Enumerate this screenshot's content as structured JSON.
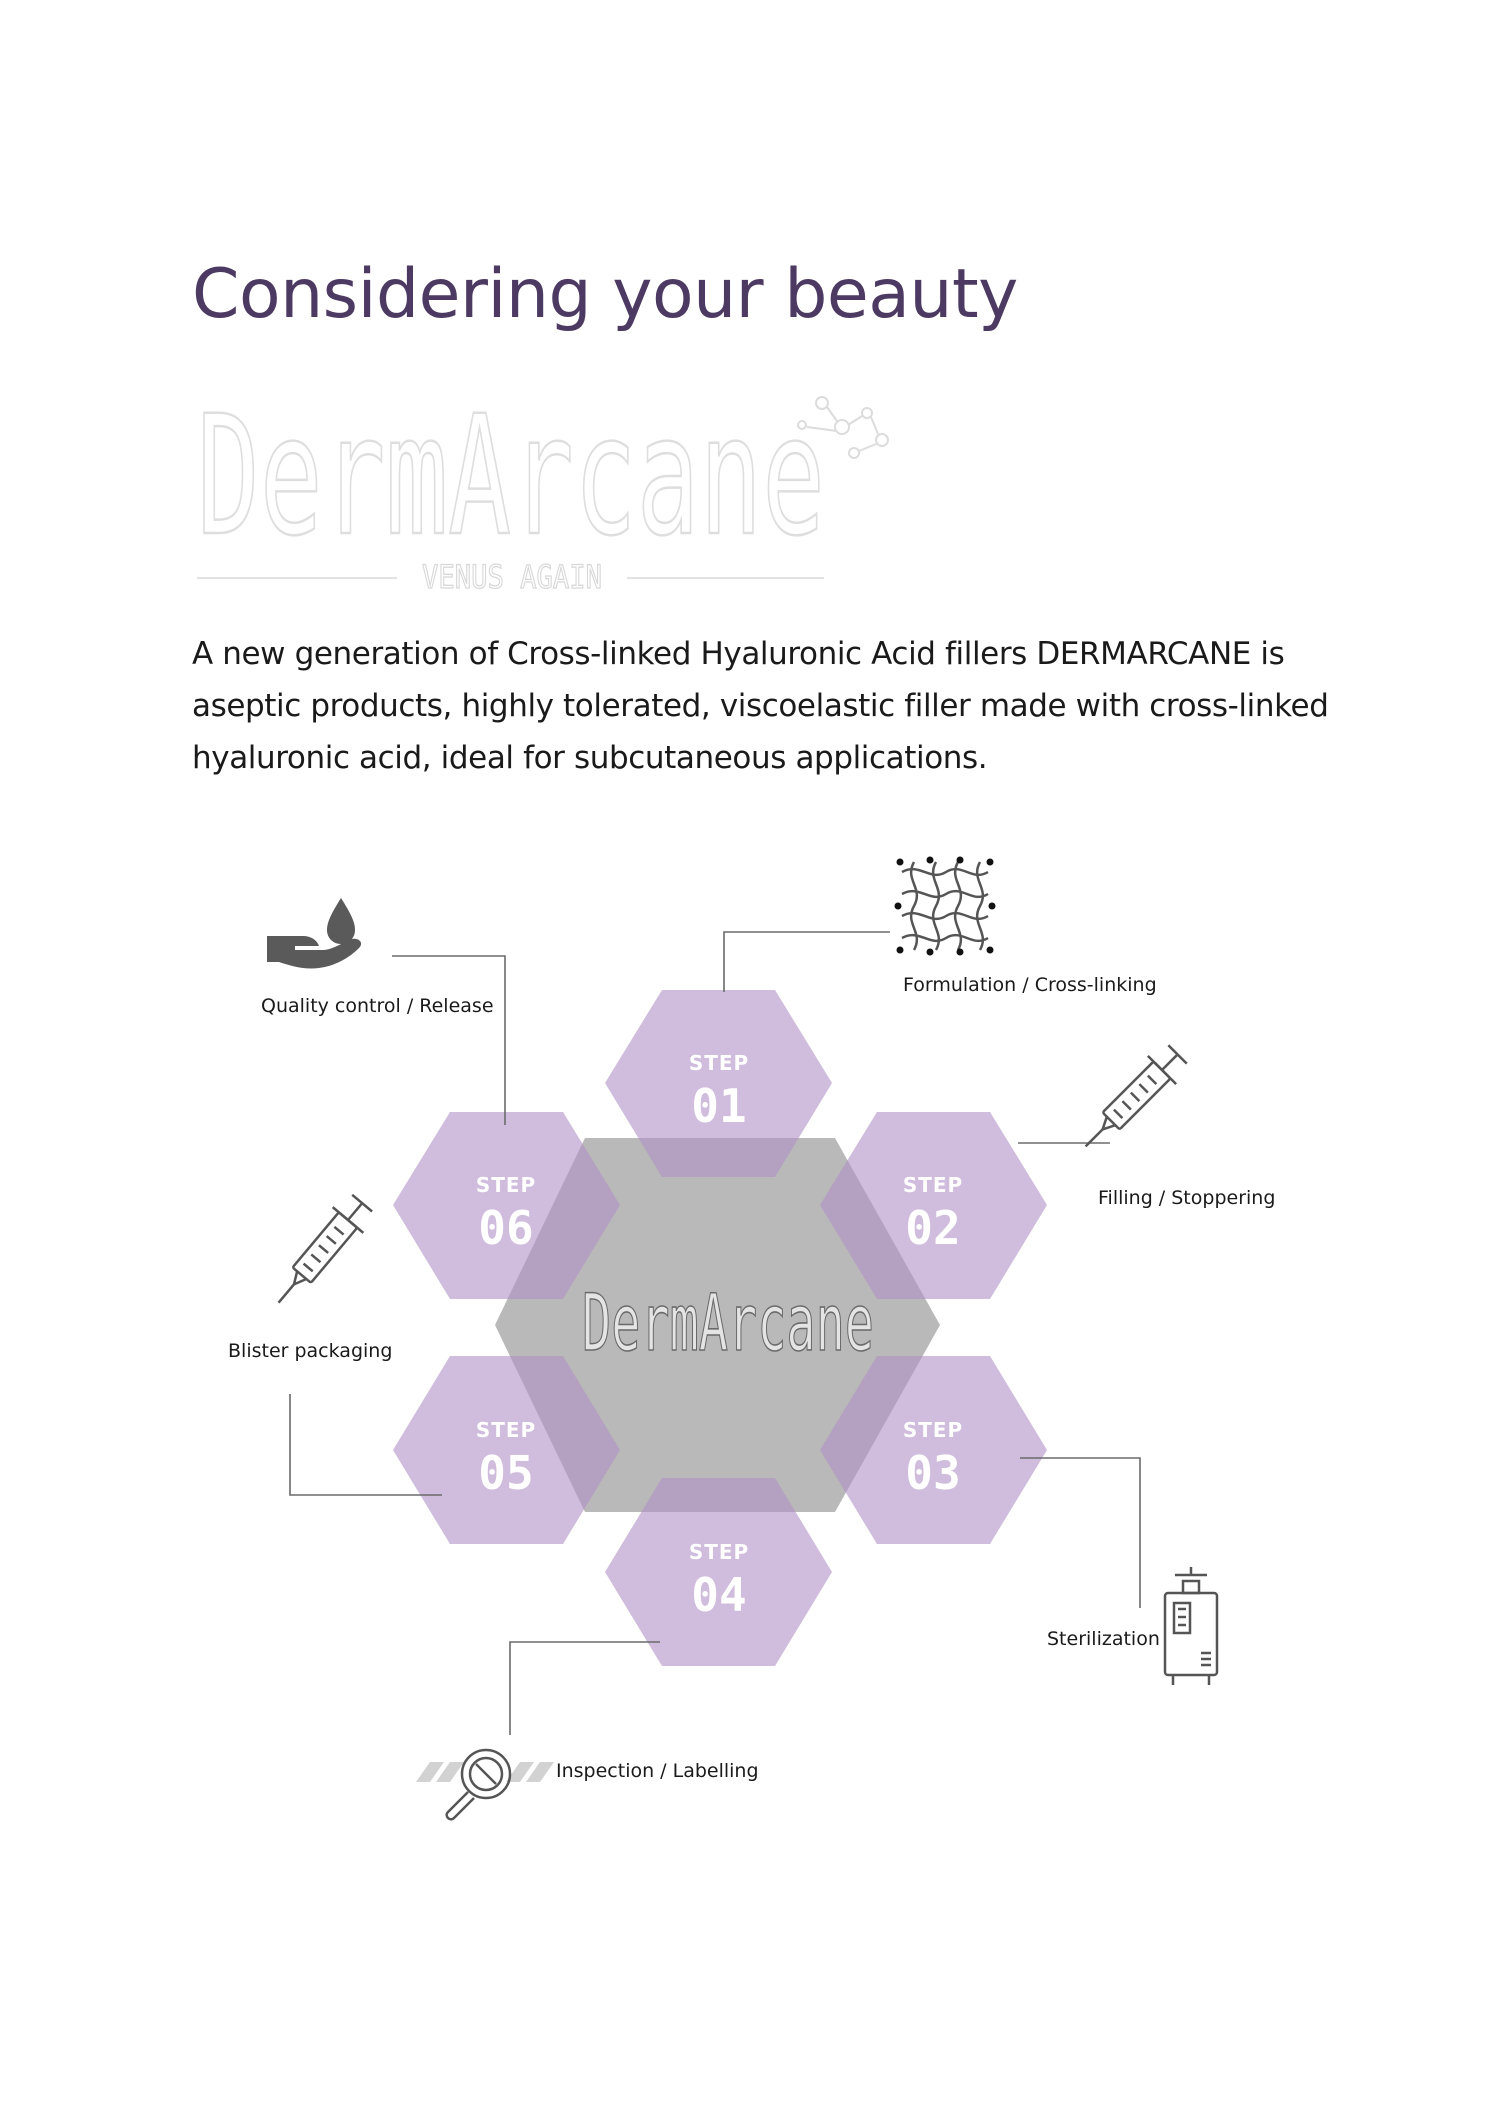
{
  "heading": "Considering your beauty",
  "logo": {
    "wordmark": "DermArcane",
    "tagline": "VENUS AGAIN"
  },
  "intro": "A new generation of Cross-linked Hyaluronic Acid fillers DERMARCANE is aseptic products, highly tolerated, viscoelastic filler made with cross-linked hyaluronic acid, ideal for subcutaneous applications.",
  "process": {
    "center_label": "DermArcane",
    "step_word": "STEP",
    "steps": [
      {
        "number": "01",
        "label": "Formulation / Cross-linking",
        "icon": "mesh-network-icon"
      },
      {
        "number": "02",
        "label": "Filling / Stoppering",
        "icon": "syringe-icon"
      },
      {
        "number": "03",
        "label": "Sterilization",
        "icon": "autoclave-icon"
      },
      {
        "number": "04",
        "label": "Inspection / Labelling",
        "icon": "magnifier-icon"
      },
      {
        "number": "05",
        "label": "Blister packaging",
        "icon": "syringe-icon"
      },
      {
        "number": "06",
        "label": "Quality control / Release",
        "icon": "hand-drop-icon"
      }
    ]
  },
  "colors": {
    "heading": "#4d3a63",
    "hexagon": "#c5aed2",
    "center": "#b9b9b9",
    "icon": "#595959"
  }
}
